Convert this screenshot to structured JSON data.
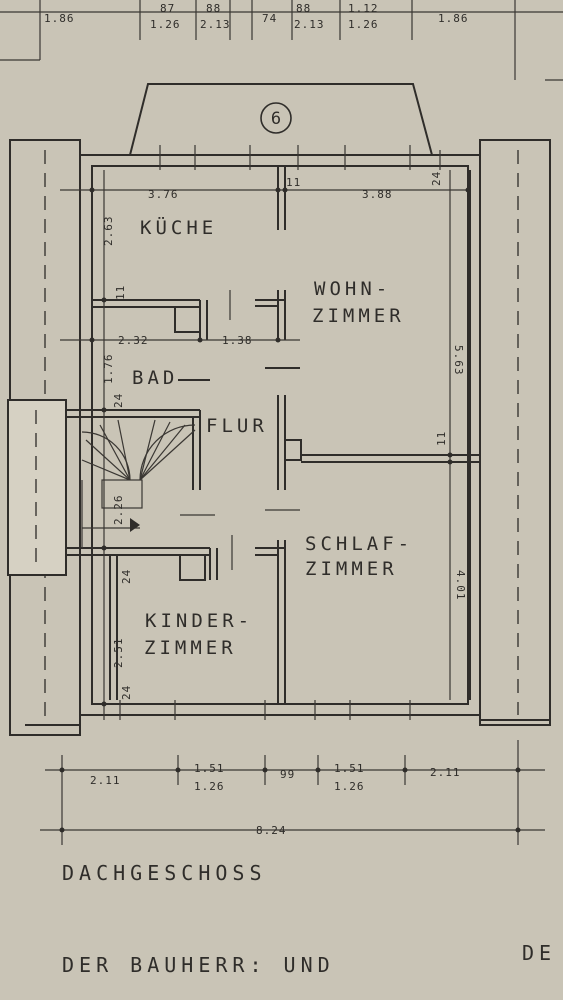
{
  "sheet": {
    "marker": "6",
    "caption": "DACHGESCHOSS",
    "footer_left": "DER  BAUHERR:  UND",
    "footer_right": "DE"
  },
  "rooms": {
    "kueche": "KÜCHE",
    "wohn_1": "WOHN-",
    "wohn_2": "ZIMMER",
    "bad": "BAD",
    "flur": "FLUR",
    "schlaf_1": "SCHLAF-",
    "schlaf_2": "ZIMMER",
    "kinder_1": "KINDER-",
    "kinder_2": "ZIMMER"
  },
  "dimensions": {
    "top": [
      "1.86",
      "87",
      "1.26",
      "88",
      "2.13",
      "74",
      "88",
      "2.13",
      "1.12",
      "1.26",
      "1.86"
    ],
    "interior": {
      "kueche_width": "3.76",
      "wohn_width": "3.88",
      "wall_a": "11",
      "wall_b": "24",
      "kueche_depth": "2.63",
      "kueche_wall": "11",
      "bad_width": "2.32",
      "bad_door": "1.38",
      "bad_depth": "1.76",
      "bad_wall": "24",
      "wohn_depth": "5.63",
      "wohn_wall": "11",
      "stair": "2.26",
      "stair_wall": "24",
      "kinder_depth": "2.51",
      "kinder_wall": "24",
      "schlaf_depth": "4.01"
    },
    "bottom": [
      "2.11",
      "1.51",
      "1.26",
      "99",
      "1.51",
      "1.26",
      "2.11"
    ],
    "total": "8.24"
  }
}
